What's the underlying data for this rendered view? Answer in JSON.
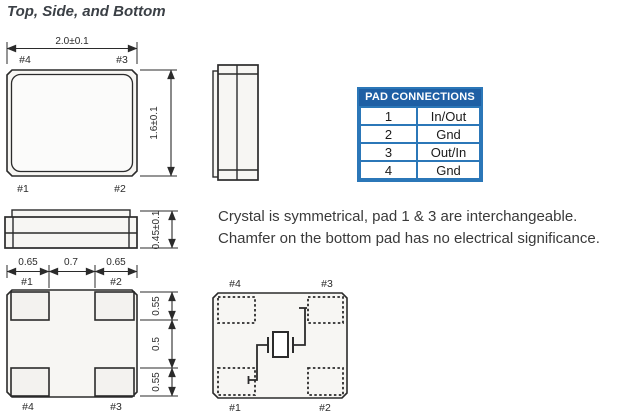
{
  "title": "Top, Side, and Bottom",
  "colors": {
    "drawing_line": "#2b2b2b",
    "drawing_fill": "#f7f6f3",
    "table_header_bg": "#1e5fa4",
    "table_border": "#2b77b8",
    "table_header_text": "#ffffff",
    "note_text": "#3a3a3a"
  },
  "top_view": {
    "width_dim": "2.0±0.1",
    "height_dim": "1.6±0.1",
    "pad_labels": {
      "top_left": "#4",
      "top_right": "#3",
      "bottom_left": "#1",
      "bottom_right": "#2"
    }
  },
  "front_view": {
    "height_dim": "0.45±0.1"
  },
  "pad_table": {
    "title": "PAD CONNECTIONS",
    "rows": [
      {
        "pad": "1",
        "connection": "In/Out"
      },
      {
        "pad": "2",
        "connection": "Gnd"
      },
      {
        "pad": "3",
        "connection": "Out/In"
      },
      {
        "pad": "4",
        "connection": "Gnd"
      }
    ]
  },
  "notes": {
    "line1": "Crystal is symmetrical, pad 1 & 3 are interchangeable.",
    "line2": "Chamfer on the bottom pad has no electrical significance."
  },
  "land_pattern": {
    "h_dims": [
      "0.65",
      "0.7",
      "0.65"
    ],
    "v_dims": [
      "0.55",
      "0.5",
      "0.55"
    ],
    "pad_labels": {
      "top_left": "#1",
      "top_right": "#2",
      "bottom_left": "#4",
      "bottom_right": "#3"
    }
  },
  "bottom_view": {
    "pad_labels": {
      "top_left": "#4",
      "top_right": "#3",
      "bottom_left": "#1",
      "bottom_right": "#2"
    }
  }
}
